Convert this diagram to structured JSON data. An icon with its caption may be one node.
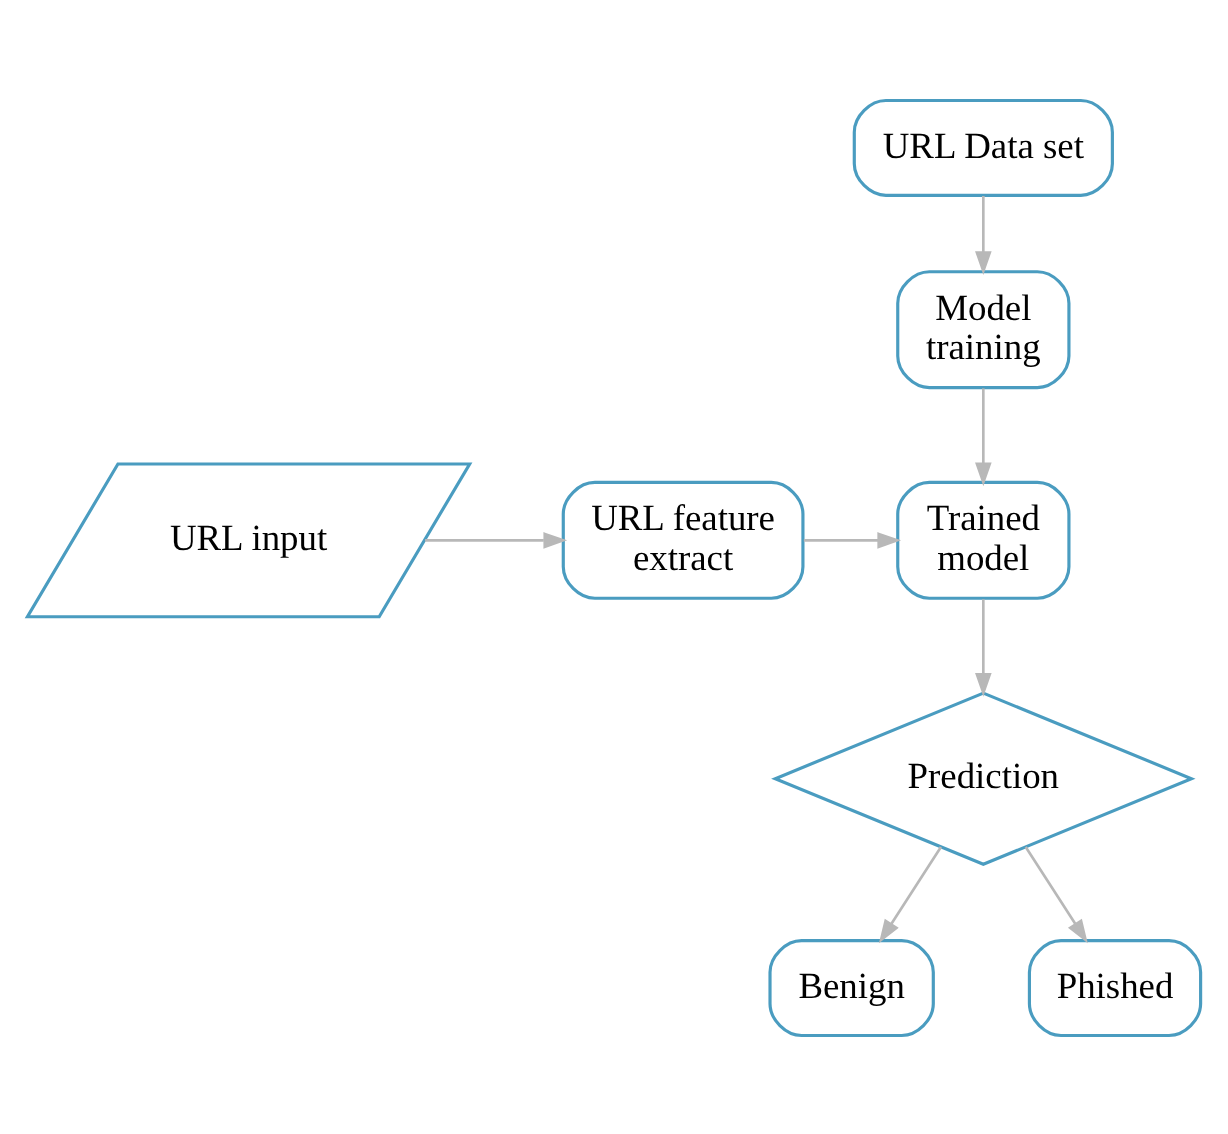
{
  "diagram": {
    "nodes": [
      {
        "text": [
          "URL Data set"
        ]
      },
      {
        "text": [
          "Model training"
        ]
      },
      {
        "text": [
          "URL input"
        ]
      },
      {
        "text": [
          "URL feature extract"
        ]
      },
      {
        "text": [
          "Trained model"
        ]
      },
      {
        "text": [
          "Prediction"
        ]
      },
      {
        "text": [
          "Benign"
        ]
      },
      {
        "text": [
          "Phished"
        ]
      }
    ],
    "edges": [
      {
        "from": 0,
        "to": 1,
        "arrow": "to"
      },
      {
        "from": 1,
        "to": 4,
        "arrow": "to"
      },
      {
        "from": 2,
        "to": 3,
        "arrow": "to"
      },
      {
        "from": 3,
        "to": 4,
        "arrow": "to"
      },
      {
        "from": 4,
        "to": 5,
        "arrow": "to"
      },
      {
        "from": 5,
        "to": 6,
        "arrow": "to"
      },
      {
        "from": 5,
        "to": 7,
        "arrow": "to"
      }
    ]
  }
}
